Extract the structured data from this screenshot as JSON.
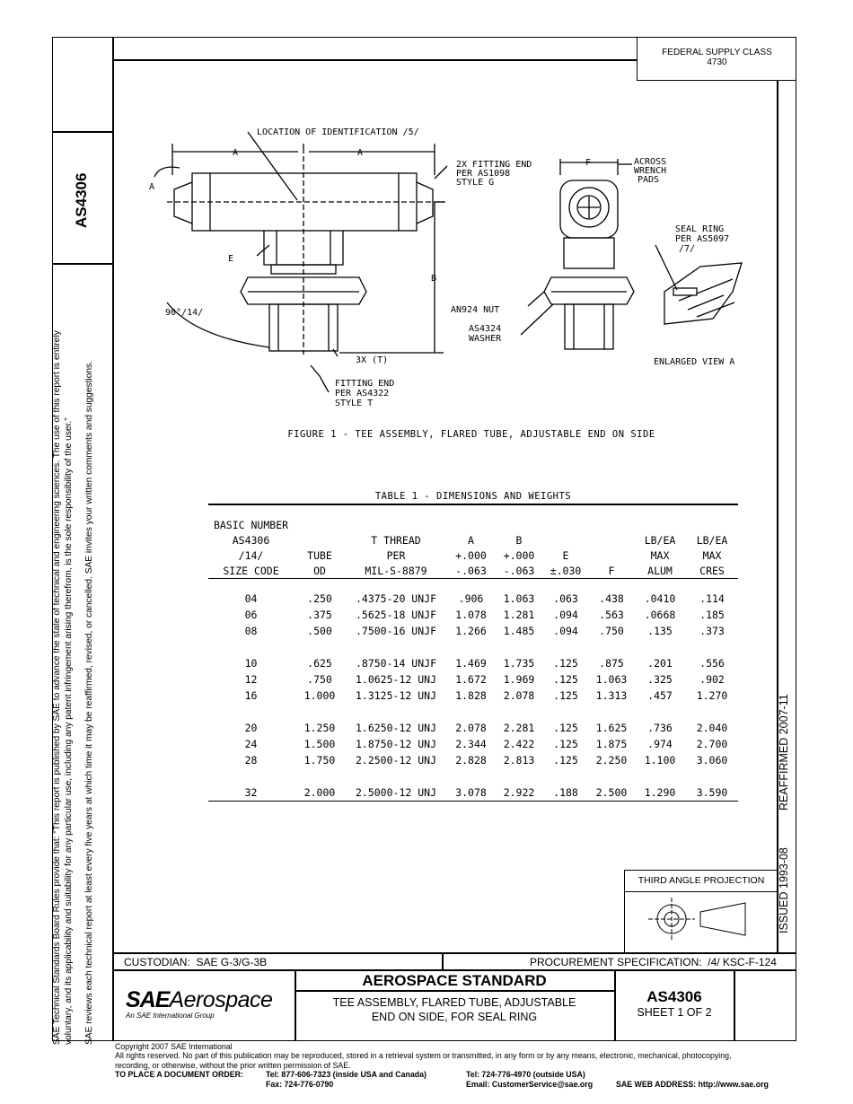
{
  "federal_supply_class": {
    "line1": "FEDERAL SUPPLY CLASS",
    "line2": "4730"
  },
  "spine_id": "AS4306",
  "left_note_1": "SAE Technical Standards Board Rules provide that: “This report is published by SAE to advance the state of technical and engineering sciences. The use of this report is entirely",
  "left_note_2": "voluntary, and its applicability and suitability for any particular use, including any patent infringement arising therefrom, is the sole responsibility of the user.”",
  "left_note_3": "SAE reviews each technical report at least every five years at which time it may be reaffirmed, revised, or cancelled. SAE invites your written comments and suggestions.",
  "right_margin": {
    "reaffirmed": "REAFFIRMED 2007-11",
    "issued": "ISSUED 1993-08"
  },
  "drawing_labels": {
    "loc_id": "LOCATION OF IDENTIFICATION /5/",
    "a1": "A",
    "a2": "A",
    "a3": "A",
    "e": "E",
    "b": "B",
    "f": "F",
    "fitting_end_g_1": "2X FITTING END",
    "fitting_end_g_2": "PER AS1098",
    "fitting_end_g_3": "STYLE G",
    "across_1": "ACROSS",
    "across_2": "WRENCH",
    "across_3": "PADS",
    "seal_1": "SEAL RING",
    "seal_2": "PER AS5097",
    "seal_3": "/7/",
    "angle": "90°/14/",
    "nut": "AN924 NUT",
    "washer_1": "AS4324",
    "washer_2": "WASHER",
    "three_t": "3X (T)",
    "fitting_end_t_1": "FITTING END",
    "fitting_end_t_2": "PER AS4322",
    "fitting_end_t_3": "STYLE T",
    "enlarged": "ENLARGED VIEW A"
  },
  "figure_caption": "FIGURE 1 - TEE ASSEMBLY, FLARED TUBE, ADJUSTABLE END ON SIDE",
  "table": {
    "title": "TABLE 1 - DIMENSIONS AND WEIGHTS",
    "header_rows": [
      [
        "BASIC NUMBER",
        "",
        "",
        "",
        "",
        "",
        "",
        "",
        ""
      ],
      [
        "AS4306",
        "",
        "T THREAD",
        "A",
        "B",
        "",
        "",
        "LB/EA",
        "LB/EA"
      ],
      [
        "/14/",
        "TUBE",
        "PER",
        "+.000",
        "+.000",
        "E",
        "",
        "MAX",
        "MAX"
      ],
      [
        "SIZE CODE",
        "OD",
        "MIL-S-8879",
        "-.063",
        "-.063",
        "±.030",
        "F",
        "ALUM",
        "CRES"
      ]
    ],
    "groups": [
      [
        [
          "04",
          ".250",
          ".4375-20 UNJF",
          ".906",
          "1.063",
          ".063",
          ".438",
          ".0410",
          ".114"
        ],
        [
          "06",
          ".375",
          ".5625-18 UNJF",
          "1.078",
          "1.281",
          ".094",
          ".563",
          ".0668",
          ".185"
        ],
        [
          "08",
          ".500",
          ".7500-16 UNJF",
          "1.266",
          "1.485",
          ".094",
          ".750",
          ".135",
          ".373"
        ]
      ],
      [
        [
          "10",
          ".625",
          ".8750-14 UNJF",
          "1.469",
          "1.735",
          ".125",
          ".875",
          ".201",
          ".556"
        ],
        [
          "12",
          ".750",
          "1.0625-12 UNJ",
          "1.672",
          "1.969",
          ".125",
          "1.063",
          ".325",
          ".902"
        ],
        [
          "16",
          "1.000",
          "1.3125-12 UNJ",
          "1.828",
          "2.078",
          ".125",
          "1.313",
          ".457",
          "1.270"
        ]
      ],
      [
        [
          "20",
          "1.250",
          "1.6250-12 UNJ",
          "2.078",
          "2.281",
          ".125",
          "1.625",
          ".736",
          "2.040"
        ],
        [
          "24",
          "1.500",
          "1.8750-12 UNJ",
          "2.344",
          "2.422",
          ".125",
          "1.875",
          ".974",
          "2.700"
        ],
        [
          "28",
          "1.750",
          "2.2500-12 UNJ",
          "2.828",
          "2.813",
          ".125",
          "2.250",
          "1.100",
          "3.060"
        ]
      ],
      [
        [
          "32",
          "2.000",
          "2.5000-12 UNJ",
          "3.078",
          "2.922",
          ".188",
          "2.500",
          "1.290",
          "3.590"
        ]
      ]
    ]
  },
  "projection": {
    "label": "THIRD ANGLE PROJECTION"
  },
  "custodian": "CUSTODIAN:  SAE G-3/G-3B",
  "procurement": "PROCUREMENT SPECIFICATION:  /4/ KSC-F-124",
  "logo": {
    "sae": "SAE",
    "aerospace": "Aerospace",
    "group": "An SAE International Group"
  },
  "title_block": {
    "heading": "AEROSPACE STANDARD",
    "title_1": "TEE ASSEMBLY, FLARED TUBE, ADJUSTABLE",
    "title_2": "END ON SIDE, FOR SEAL RING",
    "number": "AS4306",
    "sheet": "SHEET 1 OF 2"
  },
  "footer": {
    "copyright": "Copyright 2007 SAE International",
    "rights_1": "All rights reserved. No part of this publication may be reproduced, stored in a retrieval system or transmitted, in any form or by any means, electronic, mechanical, photocopying,",
    "rights_2": "recording, or otherwise, without the prior written permission of SAE.",
    "order_label": "TO PLACE A DOCUMENT ORDER:",
    "tel_us": "Tel: 877-606-7323 (inside USA and Canada)",
    "tel_out": "Tel: 724-776-4970 (outside USA)",
    "fax": "Fax: 724-776-0790",
    "email": "Email:  CustomerService@sae.org",
    "web": "SAE WEB ADDRESS: http://www.sae.org"
  }
}
